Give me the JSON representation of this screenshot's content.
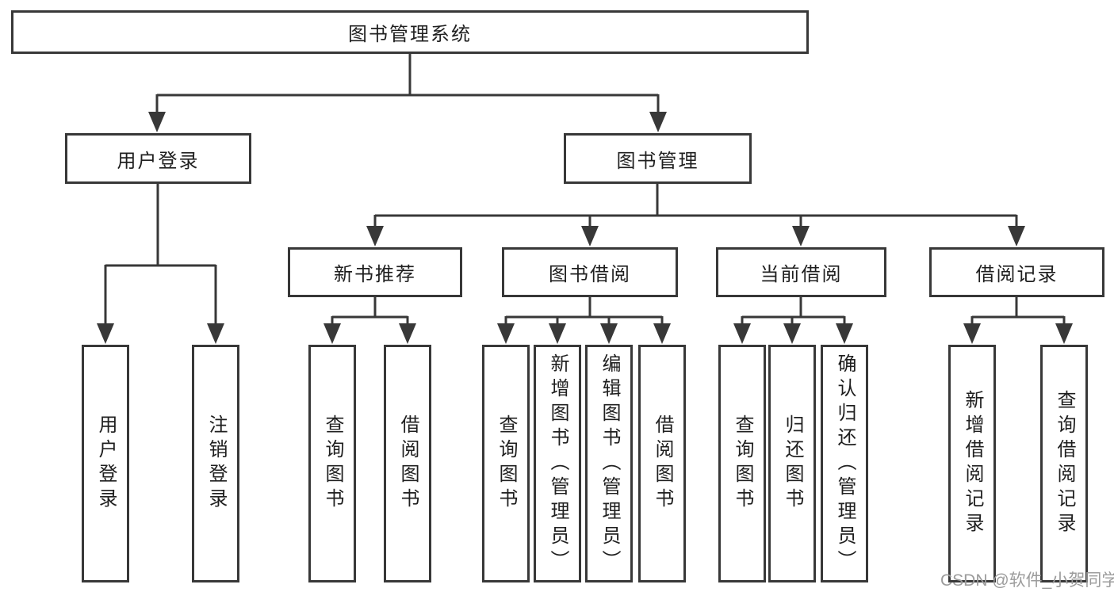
{
  "diagram": {
    "type": "functional-structure-tree",
    "colors": {
      "line": "#383838",
      "box_border": "#383838",
      "box_fill": "#ffffff",
      "text": "#1f1f1f",
      "watermark": "#9c9c9c",
      "background": "#ffffff"
    },
    "tree": {
      "label": "图书管理系统",
      "children": [
        {
          "label": "用户登录",
          "children": [
            {
              "label": "用户登录"
            },
            {
              "label": "注销登录"
            }
          ]
        },
        {
          "label": "图书管理",
          "children": [
            {
              "label": "新书推荐",
              "children": [
                {
                  "label": "查询图书"
                },
                {
                  "label": "借阅图书"
                }
              ]
            },
            {
              "label": "图书借阅",
              "children": [
                {
                  "label": "查询图书"
                },
                {
                  "label": "新增图书（管理员）"
                },
                {
                  "label": "编辑图书（管理员）"
                },
                {
                  "label": "借阅图书"
                }
              ]
            },
            {
              "label": "当前借阅",
              "children": [
                {
                  "label": "查询图书"
                },
                {
                  "label": "归还图书"
                },
                {
                  "label": "确认归还（管理员）"
                }
              ]
            },
            {
              "label": "借阅记录",
              "children": [
                {
                  "label": "新增借阅记录"
                },
                {
                  "label": "查询借阅记录"
                }
              ]
            }
          ]
        }
      ]
    },
    "watermark": {
      "text": "CSDN @软件_小贺同学"
    }
  }
}
